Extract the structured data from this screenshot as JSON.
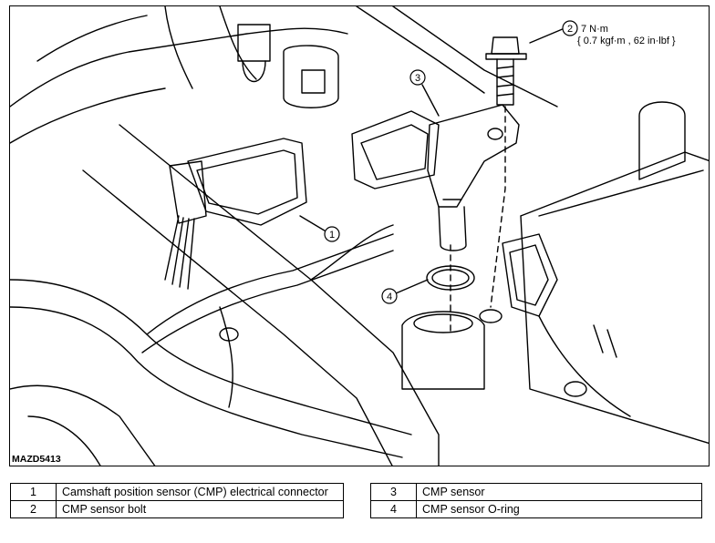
{
  "figure_code": "MAZD5413",
  "callouts": [
    {
      "num": "1"
    },
    {
      "num": "2",
      "torque_line1": "7 N·m",
      "torque_line2": "{ 0.7 kgf·m , 62 in·lbf }"
    },
    {
      "num": "3"
    },
    {
      "num": "4"
    }
  ],
  "legend_left": [
    {
      "num": "1",
      "text": "Camshaft position sensor (CMP) electrical connector"
    },
    {
      "num": "2",
      "text": "CMP sensor bolt"
    }
  ],
  "legend_right": [
    {
      "num": "3",
      "text": "CMP sensor"
    },
    {
      "num": "4",
      "text": "CMP sensor O-ring"
    }
  ]
}
